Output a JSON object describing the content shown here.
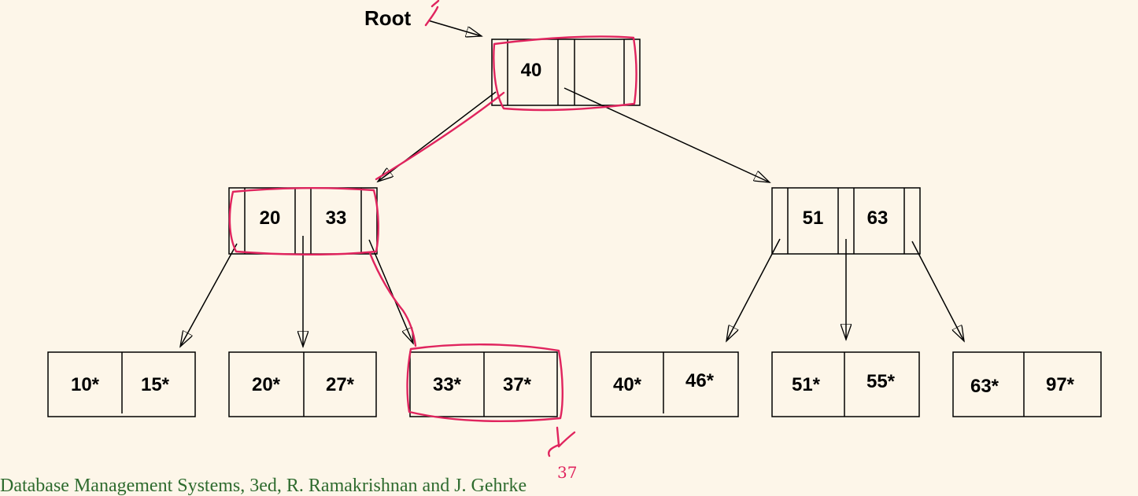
{
  "diagram": {
    "root_label": "Root",
    "root_node": {
      "keys": [
        "40",
        ""
      ]
    },
    "inner_nodes": [
      {
        "keys": [
          "20",
          "33"
        ]
      },
      {
        "keys": [
          "51",
          "63"
        ]
      }
    ],
    "leaf_nodes": [
      {
        "entries": [
          "10*",
          "15*"
        ]
      },
      {
        "entries": [
          "20*",
          "27*"
        ]
      },
      {
        "entries": [
          "33*",
          "37*"
        ]
      },
      {
        "entries": [
          "40*",
          "46*"
        ]
      },
      {
        "entries": [
          "51*",
          "55*"
        ]
      },
      {
        "entries": [
          "63*",
          "97*"
        ]
      }
    ],
    "handwritten_note": "37",
    "annotation_color": "#e0245e",
    "caption": "Database Management Systems, 3ed, R. Ramakrishnan and J. Gehrke"
  }
}
